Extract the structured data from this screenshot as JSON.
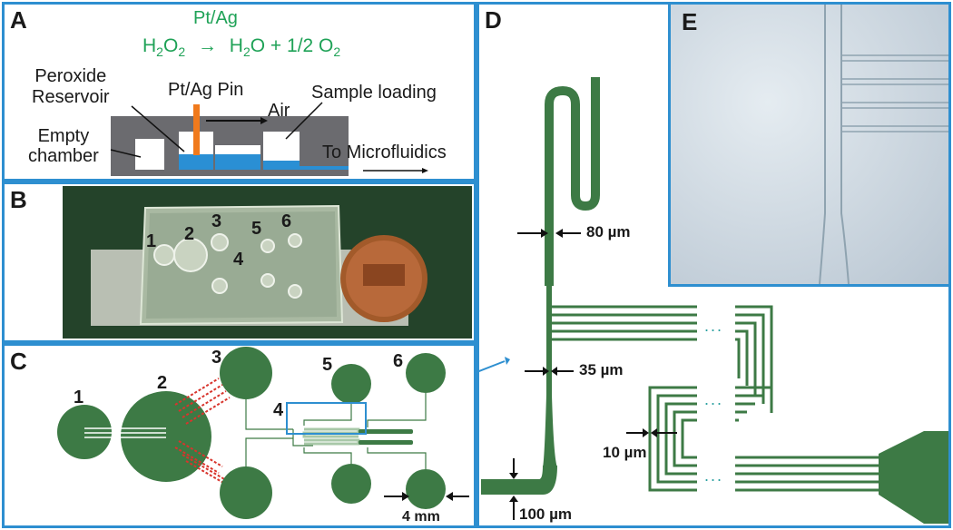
{
  "panels": {
    "A": {
      "label": "A",
      "catalyst": "Pt/Ag",
      "reaction_left": "H",
      "reaction_left_sub1": "2",
      "reaction_left_mid": "O",
      "reaction_left_sub2": "2",
      "reaction_arrow": "→",
      "reaction_right_a": "H",
      "reaction_right_sub1": "2",
      "reaction_right_b": "O + 1/2 O",
      "reaction_right_sub2": "2",
      "peroxide_line1": "Peroxide",
      "peroxide_line2": "Reservoir",
      "pin_label": "Pt/Ag Pin",
      "air_label": "Air",
      "sample_label": "Sample loading",
      "empty_line1": "Empty",
      "empty_line2": "chamber",
      "to_micro_label": "To Microfluidics"
    },
    "B": {
      "label": "B",
      "ports": [
        "1",
        "2",
        "3",
        "4",
        "5",
        "6"
      ]
    },
    "C": {
      "label": "C",
      "ports": [
        "1",
        "2",
        "3",
        "4",
        "5",
        "6"
      ],
      "scale_label": "4 mm"
    },
    "D": {
      "label": "D",
      "dim_80": "80 µm",
      "dim_35": "35 µm",
      "dim_10": "10 µm",
      "dim_100": "100 µm",
      "ellipsis": "..."
    },
    "E": {
      "label": "E"
    }
  },
  "colors": {
    "frame": "#2e8fd0",
    "channel_green": "#3d7a45",
    "reaction_green": "#1fa257",
    "device_gray": "#6b6b6f",
    "liquid_blue": "#2a8fd4",
    "pin_orange": "#f07a1c",
    "pattern_red": "#d8342c",
    "photo_green_bg": "#24432a"
  }
}
